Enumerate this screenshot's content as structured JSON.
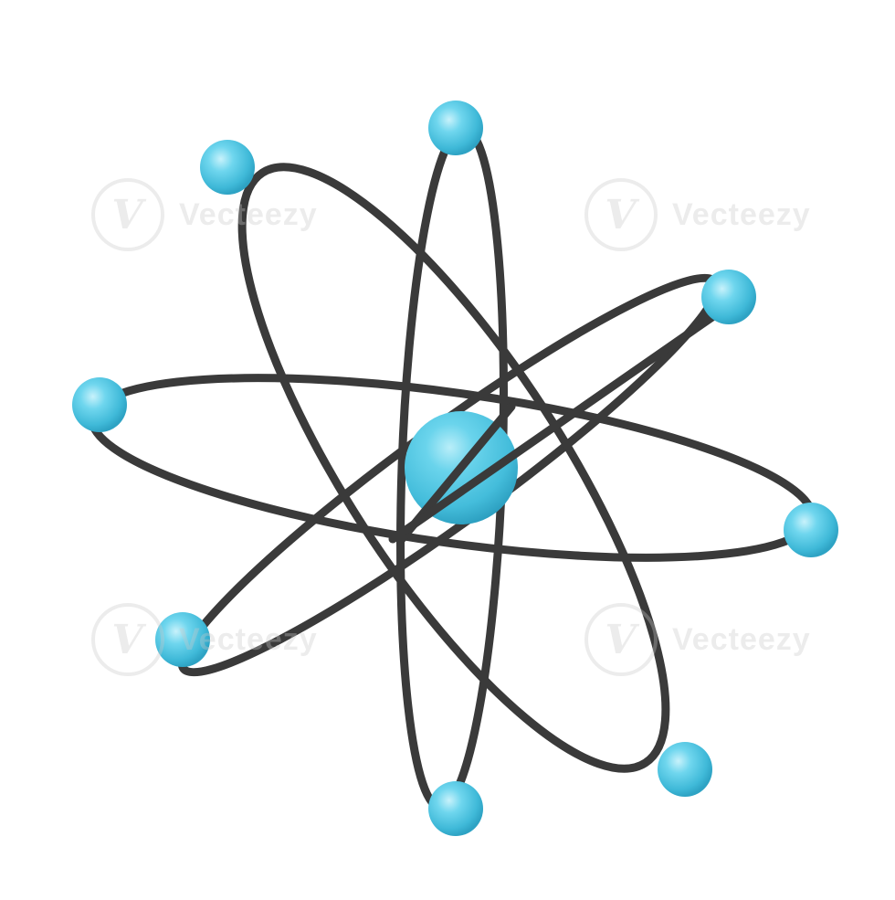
{
  "watermark": {
    "text": "Vecteezy",
    "logo_glyph": "V"
  },
  "colors": {
    "background": "#ffffff",
    "orbit": "#3a3a3a",
    "electron": "#4cc8e4",
    "nucleus": "#4ec6e2",
    "highlight": "#c8f2fb"
  },
  "illustration": {
    "subject": "atom-model",
    "electron_count": 8,
    "orbit_count": 4
  }
}
